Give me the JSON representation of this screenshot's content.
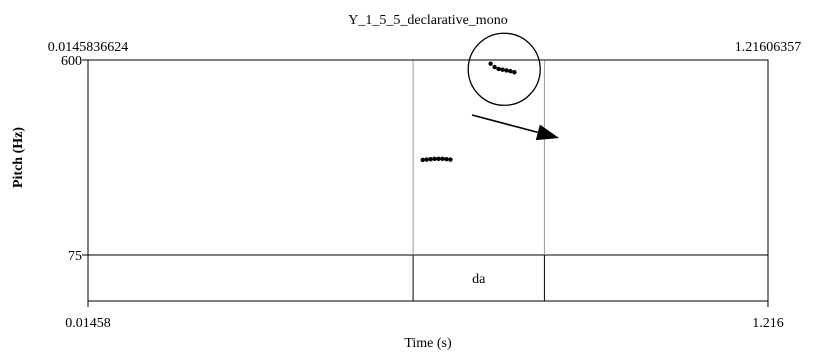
{
  "chart_data": {
    "type": "scatter",
    "title": "Y_1_5_5_declarative_mono",
    "xlabel": "Time (s)",
    "ylabel": "Pitch (Hz)",
    "xlim": [
      0.0145836624,
      1.21606357
    ],
    "ylim": [
      75,
      600
    ],
    "top_left_label": "0.0145836624",
    "top_right_label": "1.21606357",
    "y_ticks": [
      {
        "value": 600,
        "label": "600"
      },
      {
        "value": 75,
        "label": "75"
      }
    ],
    "x_ticks": [
      {
        "value": 0.01458,
        "label": "0.01458"
      },
      {
        "value": 1.216,
        "label": "1.216"
      }
    ],
    "grid": false,
    "interval_boundaries": [
      0.589,
      0.821
    ],
    "intervals": [
      {
        "start": 0.589,
        "end": 0.821,
        "label": "da"
      }
    ],
    "series": [
      {
        "values": [
          {
            "x": 0.606,
            "y": 331
          },
          {
            "x": 0.613,
            "y": 332
          },
          {
            "x": 0.62,
            "y": 333
          },
          {
            "x": 0.627,
            "y": 334
          },
          {
            "x": 0.634,
            "y": 334
          },
          {
            "x": 0.641,
            "y": 334
          },
          {
            "x": 0.648,
            "y": 333
          },
          {
            "x": 0.655,
            "y": 332
          },
          {
            "x": 0.726,
            "y": 590
          },
          {
            "x": 0.733,
            "y": 581
          },
          {
            "x": 0.74,
            "y": 576
          },
          {
            "x": 0.747,
            "y": 574
          },
          {
            "x": 0.754,
            "y": 572
          },
          {
            "x": 0.761,
            "y": 570
          },
          {
            "x": 0.768,
            "y": 567
          }
        ]
      }
    ],
    "annotations": {
      "circle": {
        "x": 0.75,
        "y": 575
      },
      "arrow": {
        "x1": 0.693,
        "y1": 452,
        "x2": 0.847,
        "y2": 390
      }
    }
  }
}
